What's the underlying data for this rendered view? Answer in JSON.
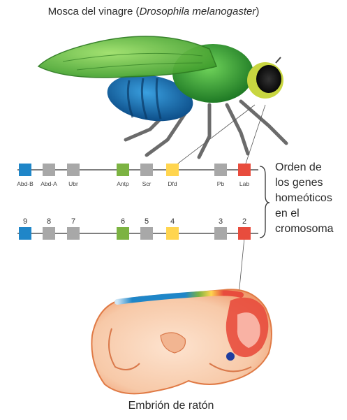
{
  "header": {
    "title_prefix": "Mosca del vinagre (",
    "title_species": "Drosophila melanogaster",
    "title_suffix": ")"
  },
  "caption": "Embrión de ratón",
  "order_label": [
    "Orden de",
    "los genes",
    "homeóticos",
    "en el",
    "cromosoma"
  ],
  "fly_genes": [
    {
      "name": "Abd-B",
      "color": "#1f86c8"
    },
    {
      "name": "Abd-A",
      "color": "#a8a8a8"
    },
    {
      "name": "Ubr",
      "color": "#a8a8a8"
    },
    {
      "name": "Antp",
      "color": "#7cb342"
    },
    {
      "name": "Scr",
      "color": "#a8a8a8"
    },
    {
      "name": "Dfd",
      "color": "#ffd54f"
    },
    {
      "name": "Pb",
      "color": "#a8a8a8"
    },
    {
      "name": "Lab",
      "color": "#e84c3d"
    }
  ],
  "mouse_genes": [
    {
      "name": "9",
      "color": "#1f86c8"
    },
    {
      "name": "8",
      "color": "#a8a8a8"
    },
    {
      "name": "7",
      "color": "#a8a8a8"
    },
    {
      "name": "6",
      "color": "#7cb342"
    },
    {
      "name": "5",
      "color": "#a8a8a8"
    },
    {
      "name": "4",
      "color": "#ffd54f"
    },
    {
      "name": "3",
      "color": "#a8a8a8"
    },
    {
      "name": "2",
      "color": "#e84c3d"
    }
  ]
}
